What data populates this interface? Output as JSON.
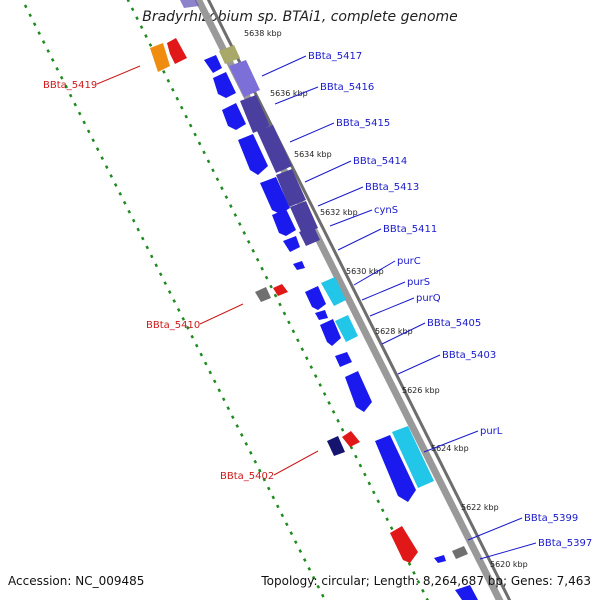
{
  "title": "Bradyrhizobium sp. BTAi1, complete genome",
  "footer": {
    "accession": "Accession: NC_009485",
    "topology": "Topology: circular; Length: 8,264,687 bp; Genes: 7,463"
  },
  "colors": {
    "backbone": "#8a8a8a",
    "dotted_track": "#1f8a1f",
    "forward_label": "#1a1acc",
    "reverse_label": "#cc1a1a",
    "blue_gene": "#1a1aee",
    "purple_gene": "#5b4fb5",
    "cyan_gene": "#22c6e8",
    "red_gene": "#e01818",
    "orange_gene": "#f08c10",
    "gray_gene": "#707070",
    "olive_gene": "#a8a868",
    "navy_gene": "#151570"
  },
  "scale_ticks": [
    "5638 kbp",
    "5636 kbp",
    "5634 kbp",
    "5632 kbp",
    "5630 kbp",
    "5628 kbp",
    "5626 kbp",
    "5624 kbp",
    "5622 kbp",
    "5620 kbp"
  ],
  "forward_labels": [
    "BBta_5417",
    "BBta_5416",
    "BBta_5415",
    "BBta_5414",
    "BBta_5413",
    "cynS",
    "BBta_5411",
    "purC",
    "purS",
    "purQ",
    "BBta_5405",
    "BBta_5403",
    "purL",
    "BBta_5399",
    "BBta_5397"
  ],
  "reverse_labels": [
    "BBta_5419",
    "BBta_5410",
    "BBta_5402"
  ]
}
